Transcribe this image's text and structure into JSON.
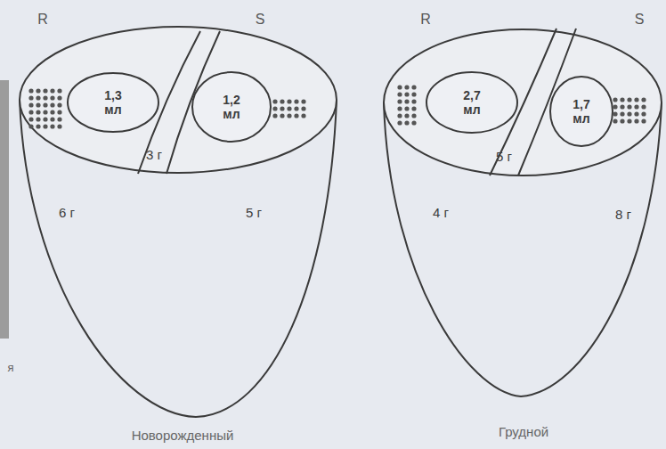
{
  "diagram": {
    "nodes": [
      {
        "text": [
          "6 г",
          "5 г"
        ]
      },
      {
        "text": [
          "1,3 мл"
        ],
        "in": 0
      },
      {
        "text": [
          "1,2 мл"
        ],
        "in": 0
      },
      {
        "text": [
          "3 г"
        ],
        "in": 0
      },
      {
        "text": [
          "4 г",
          "8 г"
        ]
      },
      {
        "text": [
          "2,7 мл"
        ],
        "in": 4
      },
      {
        "text": [
          "1,7 мл"
        ],
        "in": 4
      },
      {
        "text": [
          "5 г"
        ],
        "in": 4
      }
    ],
    "labels": [
      "R",
      "S",
      "Новорожденный",
      "R",
      "S",
      "Грудной",
      "я"
    ]
  }
}
